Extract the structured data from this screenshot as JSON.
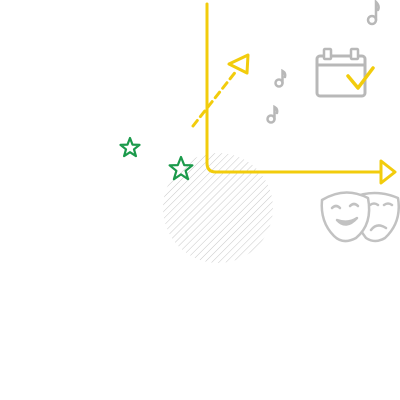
{
  "colors": {
    "accent_yellow": "#f2cc0c",
    "star_green": "#1b9a4b",
    "icon_gray": "#b8b8b8",
    "hatch_gray": "#c9c9c9",
    "background": "#ffffff"
  },
  "icons": {
    "axes": "l-shaped-arrow-axes",
    "diagonal_arrow": "dashed-diagonal-arrow",
    "calendar": "calendar-with-checkmark",
    "notes": "music-note",
    "stars": "star-outline",
    "masks": "theatre-masks",
    "circle": "hatched-circle"
  }
}
